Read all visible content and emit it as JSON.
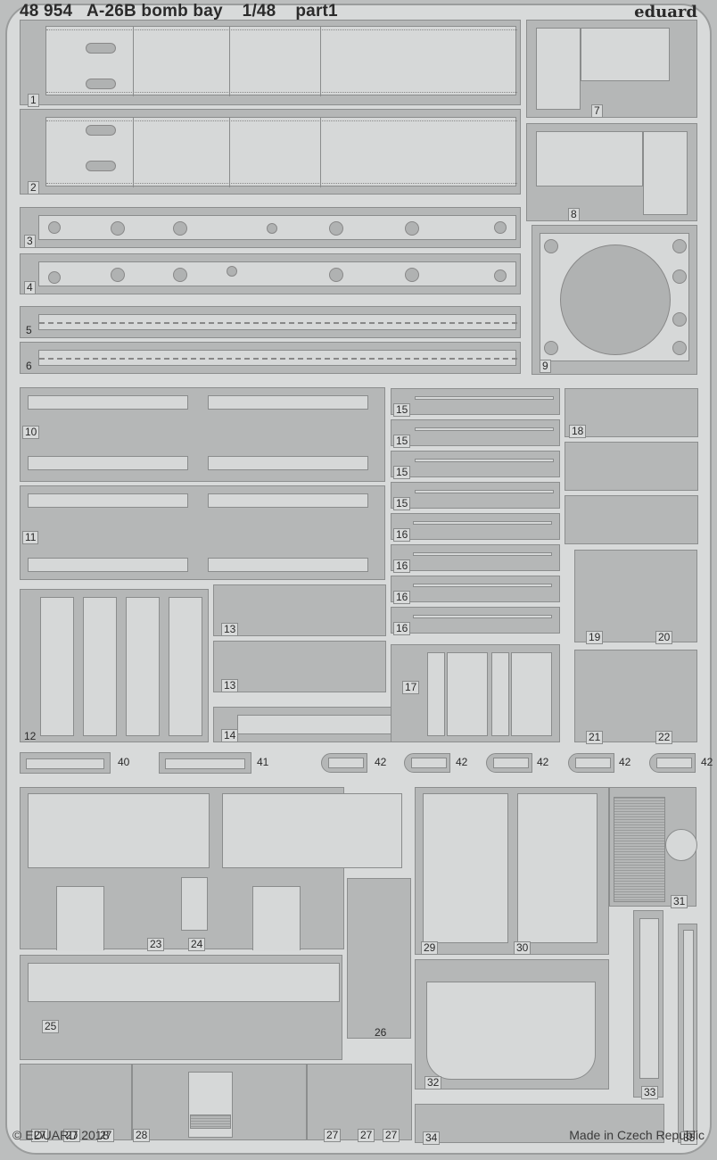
{
  "header": {
    "title": "48 954   A-26B bomb bay    1/48    part1",
    "brand": "eduard"
  },
  "footer": {
    "copyright": "© EDUARD 2018",
    "origin": "Made in Czech Republic"
  },
  "parts": {
    "p1": "1",
    "p2": "2",
    "p3": "3",
    "p4": "4",
    "p5": "5",
    "p6": "6",
    "p7": "7",
    "p8": "8",
    "p9": "9",
    "p10": "10",
    "p11": "11",
    "p12": "12",
    "p13a": "13",
    "p13b": "13",
    "p14": "14",
    "p15a": "15",
    "p15b": "15",
    "p15c": "15",
    "p15d": "15",
    "p16a": "16",
    "p16b": "16",
    "p16c": "16",
    "p16d": "16",
    "p17": "17",
    "p18": "18",
    "p19": "19",
    "p20": "20",
    "p21": "21",
    "p22": "22",
    "p23": "23",
    "p24": "24",
    "p25": "25",
    "p26": "26",
    "p27a": "27",
    "p27b": "27",
    "p27c": "27",
    "p27d": "27",
    "p27e": "27",
    "p27f": "27",
    "p28": "28",
    "p29": "29",
    "p30": "30",
    "p31": "31",
    "p32": "32",
    "p33": "33",
    "p34": "34",
    "p35": "35",
    "p40": "40",
    "p41": "41",
    "p42a": "42",
    "p42b": "42",
    "p42c": "42",
    "p42d": "42",
    "p42e": "42"
  },
  "colors": {
    "background": "#d8dada",
    "carrier": "#b5b7b7",
    "outline": "#8a8c8c",
    "text": "#2b2b2b"
  }
}
